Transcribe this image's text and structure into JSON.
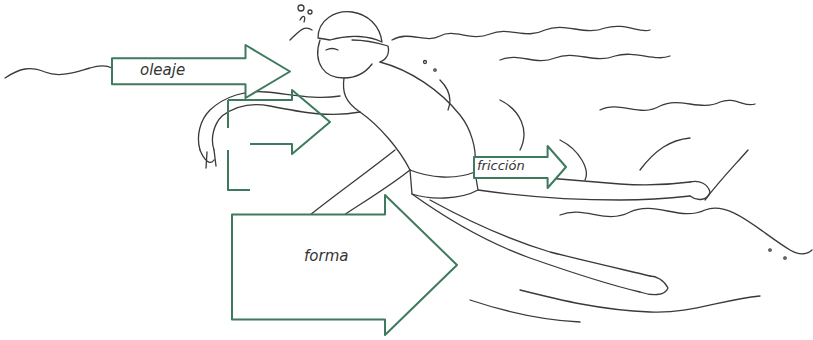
{
  "diagram": {
    "nodes": [
      {
        "text": [
          "oleaje"
        ]
      },
      {
        "text": [
          "fricción"
        ]
      },
      {
        "text": [
          "forma"
        ]
      }
    ]
  }
}
